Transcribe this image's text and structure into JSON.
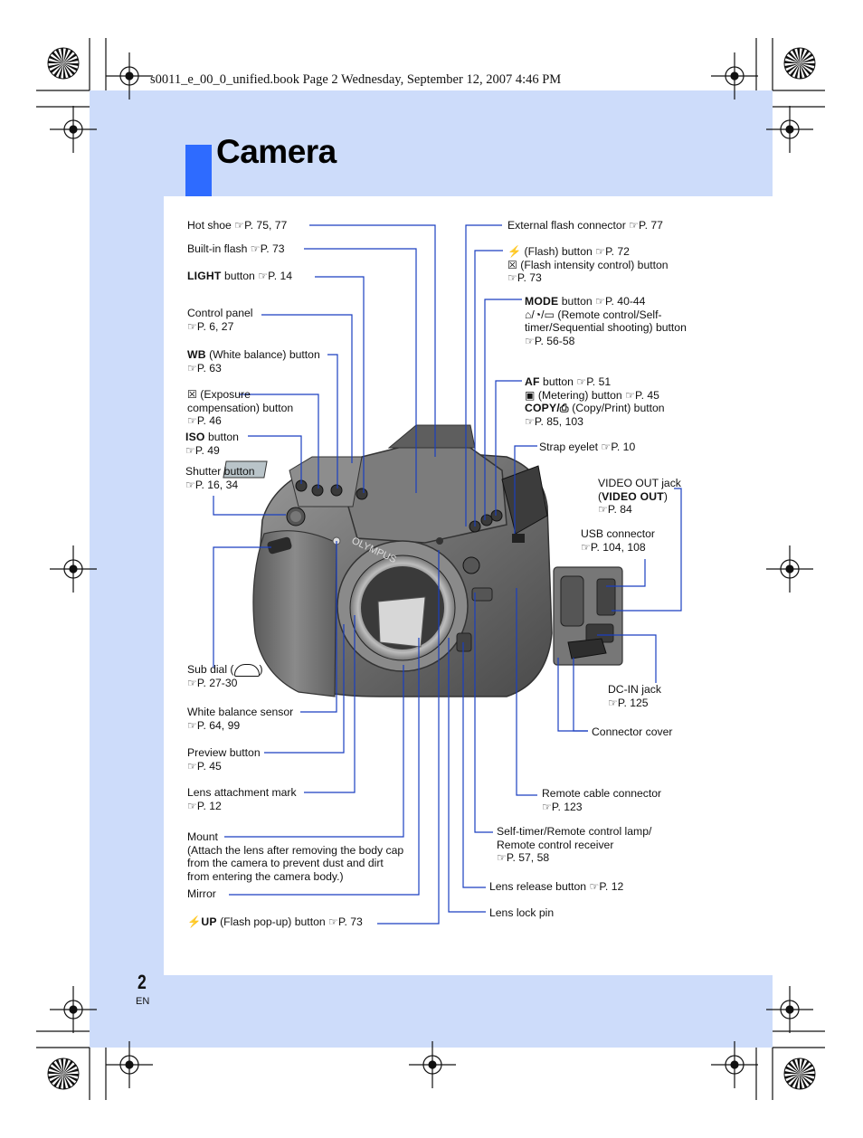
{
  "header": {
    "running_head": "s0011_e_00_0_unified.book  Page 2  Wednesday, September 12, 2007  4:46 PM"
  },
  "title": "Camera",
  "footer": {
    "page_number": "2",
    "language": "EN"
  },
  "colors": {
    "band": "#cddcfa",
    "accent": "#2e6bff",
    "leader": "#1a3fc0"
  },
  "labels": {
    "hot_shoe": "Hot shoe ☞P. 75, 77",
    "built_in_flash": "Built-in flash ☞P. 73",
    "light_key": "LIGHT",
    "light_rest": " button ☞P. 14",
    "control_panel_1": "Control panel",
    "control_panel_2": "☞P. 6, 27",
    "wb_key": "WB",
    "wb_rest": " (White balance) button",
    "wb_2": "☞P. 63",
    "exposure_1": "☒ (Exposure",
    "exposure_2": "compensation) button",
    "exposure_3": "☞P. 46",
    "iso_key": "ISO",
    "iso_rest": " button",
    "iso_2": "☞P. 49",
    "shutter_1": "Shutter button",
    "shutter_2": "☞P. 16, 34",
    "sub_dial_1": "Sub dial (",
    "sub_dial_close": ")",
    "sub_dial_2": "☞P. 27-30",
    "wb_sensor_1": "White balance sensor",
    "wb_sensor_2": "☞P. 64, 99",
    "preview_1": "Preview button",
    "preview_2": "☞P. 45",
    "lens_mark_1": "Lens attachment mark",
    "lens_mark_2": "☞P. 12",
    "mount_1": "Mount",
    "mount_2": "(Attach the lens after removing the body cap",
    "mount_3": "from the camera to prevent dust and dirt",
    "mount_4": "from entering the camera body.)",
    "mirror": "Mirror",
    "flash_up_key": "⚡UP",
    "flash_up_rest": " (Flash pop-up) button ☞P. 73",
    "ext_flash": "External flash connector ☞P. 77",
    "flash_btn_1": "⚡ (Flash) button ☞P. 72",
    "flash_btn_2": "☒ (Flash intensity control) button",
    "flash_btn_3": "☞P. 73",
    "mode_key": "MODE",
    "mode_rest": " button ☞P. 40-44",
    "mode_2": "⌂/◔/▭ (Remote control/Self-",
    "mode_3": "timer/Sequential shooting) button",
    "mode_4": "☞P. 56-58",
    "af_key": "AF",
    "af_rest": " button ☞P. 51",
    "af_2": "▣ (Metering) button ☞P. 45",
    "copy_key": "COPY/⎙",
    "copy_rest": " (Copy/Print) button",
    "af_4": "☞P. 85, 103",
    "strap": "Strap eyelet ☞P. 10",
    "video_1": "VIDEO OUT jack",
    "video_open": "(",
    "video_key": "VIDEO OUT",
    "video_close": ")",
    "video_3": "☞P. 84",
    "usb_1": "USB connector",
    "usb_2": "☞P. 104, 108",
    "dcin_1": "DC-IN jack",
    "dcin_2": "☞P. 125",
    "conn_cover": "Connector cover",
    "remote_cable_1": "Remote cable connector",
    "remote_cable_2": "☞P. 123",
    "self_timer_1": "Self-timer/Remote control lamp/",
    "self_timer_2": "Remote control receiver",
    "self_timer_3": "☞P. 57, 58",
    "lens_release": "Lens release button ☞P. 12",
    "lens_lock": "Lens lock pin"
  }
}
